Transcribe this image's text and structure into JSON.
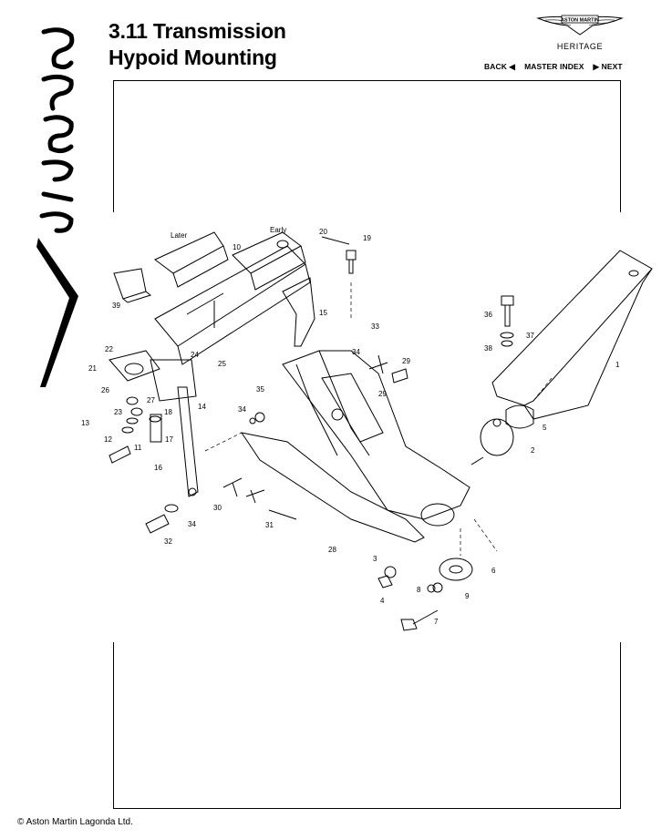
{
  "header": {
    "title_line1": "3.11 Transmission",
    "title_line2": "Hypoid Mounting"
  },
  "brand": {
    "logo_text": "ASTON MARTIN",
    "heritage": "HERITAGE"
  },
  "nav": {
    "back": "BACK ◀",
    "master_index": "MASTER INDEX",
    "next": "▶ NEXT"
  },
  "diagram": {
    "annotations": {
      "later": "Later",
      "early": "Early"
    },
    "part_numbers": [
      "1",
      "2",
      "3",
      "4",
      "5",
      "6",
      "7",
      "8",
      "9",
      "10",
      "11",
      "12",
      "13",
      "14",
      "15",
      "16",
      "17",
      "18",
      "19",
      "20",
      "21",
      "22",
      "23",
      "24",
      "25",
      "26",
      "27",
      "28",
      "29",
      "29",
      "30",
      "31",
      "32",
      "33",
      "34",
      "34",
      "34",
      "35",
      "36",
      "37",
      "38",
      "39"
    ]
  },
  "footer": {
    "copyright": "© Aston Martin Lagonda Ltd."
  }
}
